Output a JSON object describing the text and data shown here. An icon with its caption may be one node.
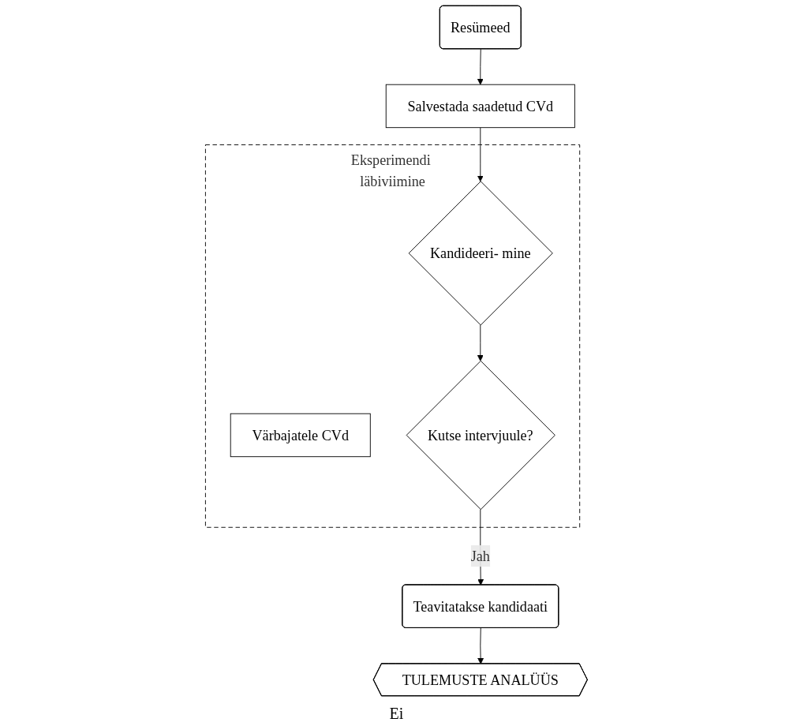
{
  "diagram": {
    "nodes": [
      {
        "text": [
          "Resümeed"
        ]
      },
      {
        "text": [
          "Salvestada saadetud CVd"
        ]
      },
      {
        "text": [
          "Eksperimendi läbiviimine"
        ]
      },
      {
        "text": [
          "Kandideeri- mine"
        ],
        "in": 2
      },
      {
        "text": [
          "Värbajatele CVd"
        ],
        "in": 2
      },
      {
        "text": [
          "Kutse intervjuule?"
        ],
        "in": 2
      },
      {
        "text": [
          "Teavitatakse kandidaati"
        ]
      },
      {
        "text": [
          "TULEMUSTE ANALÜÜS"
        ]
      }
    ],
    "edges": [
      {
        "from": 0,
        "to": 1,
        "arrow": "to"
      },
      {
        "from": 1,
        "to": 3,
        "arrow": "to"
      },
      {
        "from": 3,
        "to": 5,
        "arrow": "to"
      },
      {
        "from": 5,
        "to": 6,
        "label": "Jah",
        "arrow": "to"
      },
      {
        "from": 6,
        "to": 7,
        "arrow": "to"
      }
    ],
    "labels": [
      "Ei"
    ]
  }
}
